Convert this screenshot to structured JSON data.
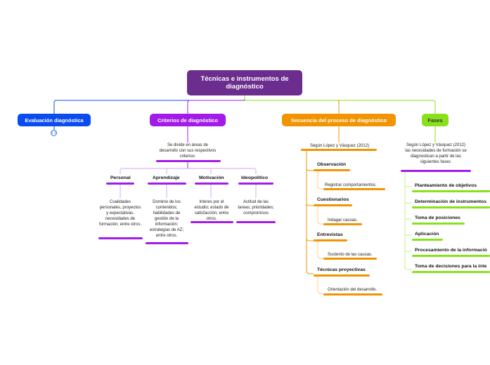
{
  "root": {
    "title": "Técnicas e instrumentos de diagnóstico"
  },
  "branches": {
    "evaluacion": {
      "label": "Evaluación diagnóstica",
      "badge": "1 2"
    },
    "criterios": {
      "label": "Criterios de diagnóstico",
      "intro": "Se divide en áreas de desarrollo con sus respectivos criterios:",
      "areas": [
        {
          "title": "Personal",
          "desc": "Cualidades personales, proyectos y expectativas, necesidades de formación; entre otros."
        },
        {
          "title": "Aprendizaje",
          "desc": "Dominio de los contenidos; habilidades de gestión de la información; estrategias de AZ; entre otros."
        },
        {
          "title": "Motivación",
          "desc": "Interes por el estudio; estado de satisfacción; entre otros."
        },
        {
          "title": "Ideopolítico",
          "desc": "Actitud de las tareas; prioridades; compromisos"
        }
      ]
    },
    "secuencia": {
      "label": "Secuencia del proceso de diagnóstico",
      "source": "Según López y Vásquez (2012)",
      "steps": [
        {
          "title": "Observación",
          "detail": "Registrar comportamientos."
        },
        {
          "title": "Cuestionarios",
          "detail": "Indagar causas."
        },
        {
          "title": "Entrevistas",
          "detail": "Sustento de las causas."
        },
        {
          "title": "Técnicas proyectivas",
          "detail": "Orientación del desarrollo."
        }
      ]
    },
    "fases": {
      "label": "Fases",
      "intro": "Según López y Vásquez (2012) las necesidades de formación se diagnostican a partir de las siguientes fases:",
      "items": [
        "Planteamiento de objetivos",
        "Determinación de instrumentos",
        "Toma de posiciones",
        "Aplicación",
        "Procesamiento de la informació",
        "Toma de decisiones para la inte"
      ]
    }
  },
  "colors": {
    "root": "#6b2d8e",
    "evaluacion": "#0a4cf0",
    "criterios": "#a31be8",
    "secuencia": "#f19400",
    "fases": "#89e11c"
  }
}
